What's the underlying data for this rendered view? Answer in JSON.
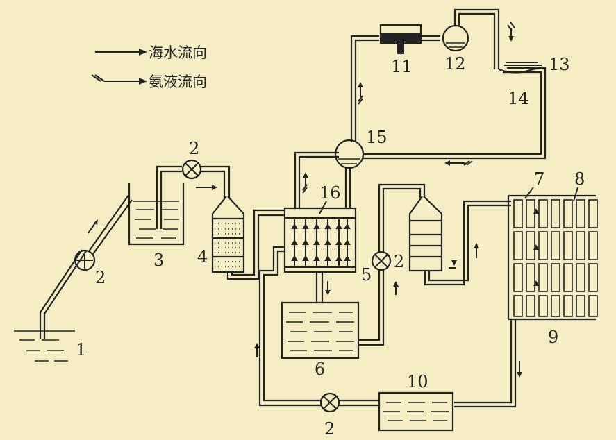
{
  "legend": [
    {
      "label": "海水流向"
    },
    {
      "label": "氨液流向"
    }
  ],
  "labels": {
    "1": "1",
    "2": "2",
    "3": "3",
    "4": "4",
    "5": "5",
    "6": "6",
    "7": "7",
    "8": "8",
    "9": "9",
    "10": "10",
    "11": "11",
    "12": "12",
    "13": "13",
    "14": "14",
    "15": "15",
    "16": "16"
  }
}
